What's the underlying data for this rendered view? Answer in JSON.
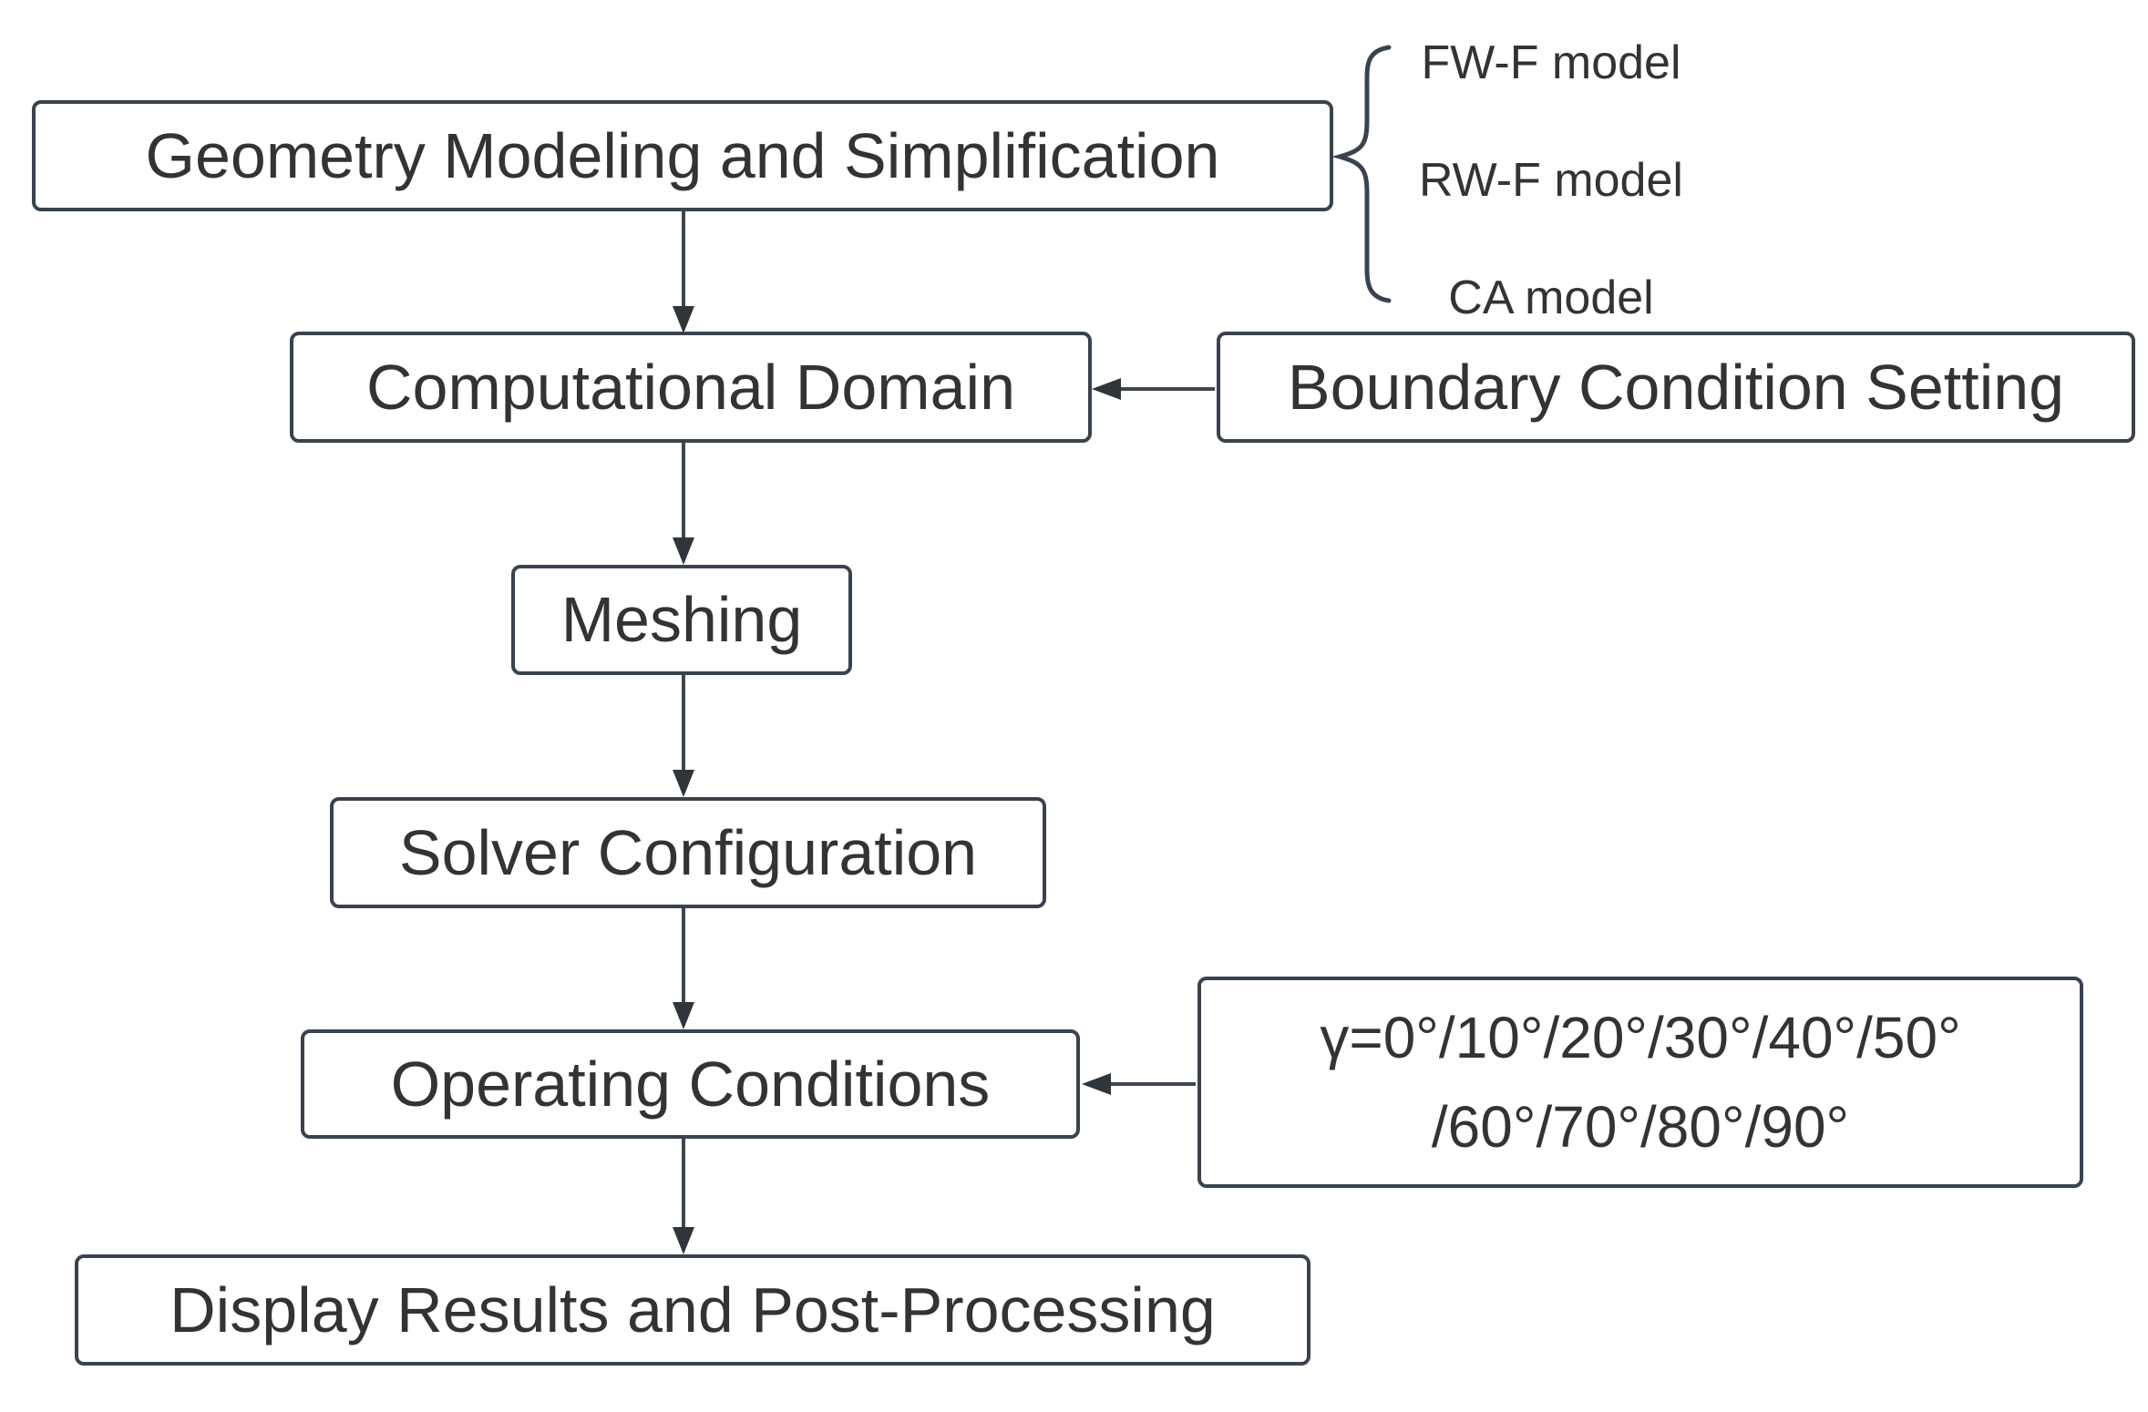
{
  "colors": {
    "background": "#ffffff",
    "box_border": "#3a434d",
    "text": "#333333",
    "arrow": "#3f464e"
  },
  "nodes": {
    "geometry": {
      "label": "Geometry Modeling and Simplification"
    },
    "computational": {
      "label": "Computational Domain"
    },
    "boundary": {
      "label": "Boundary Condition Setting"
    },
    "meshing": {
      "label": "Meshing"
    },
    "solver": {
      "label": "Solver Configuration"
    },
    "operating": {
      "label": "Operating Conditions"
    },
    "gamma": {
      "line1": "γ=0°/10°/20°/30°/40°/50°",
      "line2": "/60°/70°/80°/90°"
    },
    "display": {
      "label": "Display Results and Post-Processing"
    }
  },
  "annotations": {
    "models": [
      "FW-F model",
      "RW-F model",
      "CA model"
    ]
  }
}
